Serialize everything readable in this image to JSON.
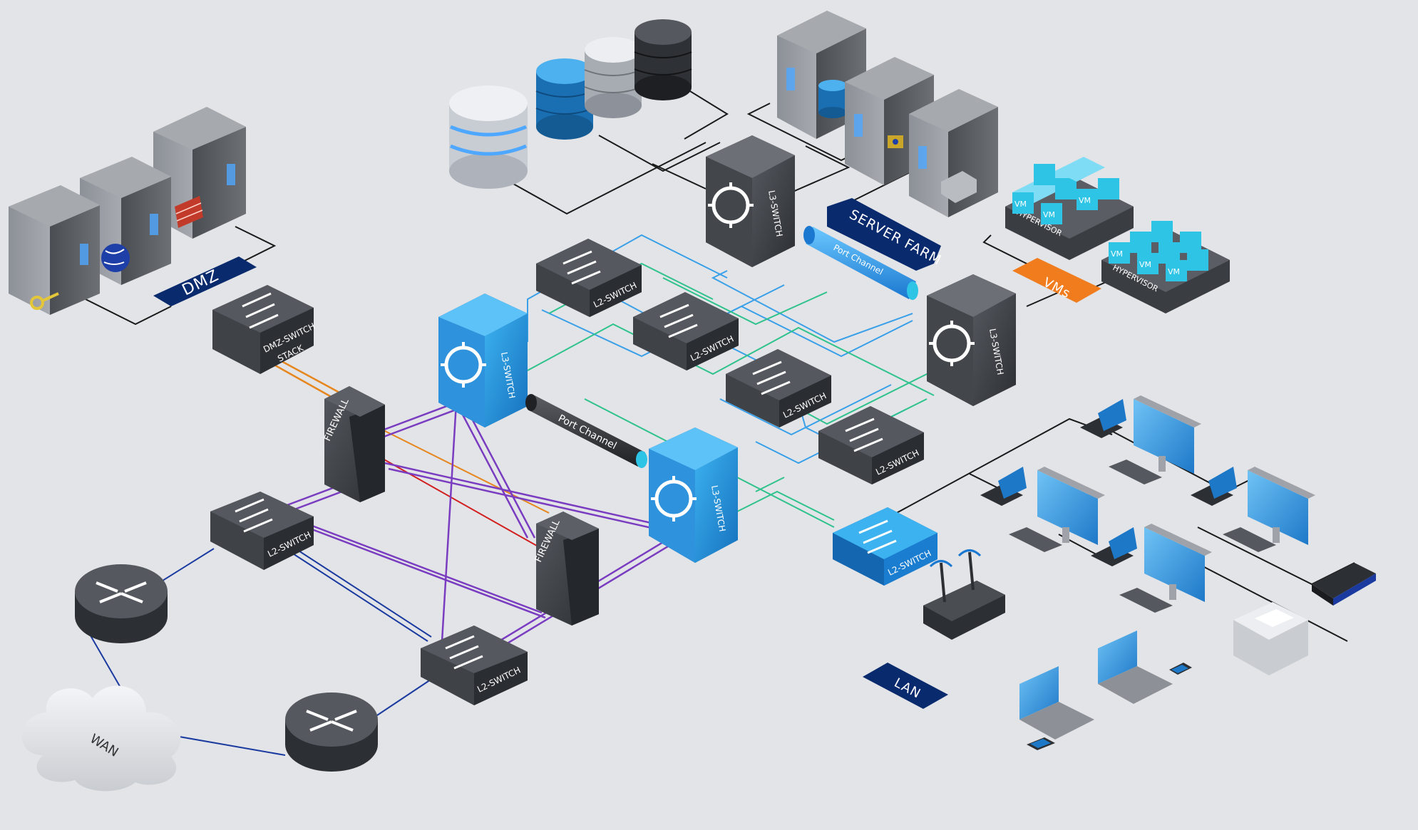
{
  "colors": {
    "background": "#e2e4e7",
    "label_navy": "#0a2a6e",
    "label_orange": "#f07c1e",
    "core_switch_blue": "#1e8fdc",
    "switch_dark": "#3a3d42",
    "link_purple": "#7a3cc0",
    "link_red": "#d21e1e",
    "link_orange": "#e8861e",
    "link_blue": "#3aa0e8",
    "link_green": "#2ec28c",
    "link_navy": "#1a3aa0",
    "vm_cyan": "#2dc4e6"
  },
  "zones": {
    "dmz": "DMZ",
    "server_farm": "SERVER FARM",
    "vms": "VMs",
    "lan": "LAN",
    "wan": "WAN"
  },
  "devices": {
    "dmz_switch_line1": "DMZ-SWITCH",
    "dmz_switch_line2": "STACK",
    "firewall": "FIREWALL",
    "l2_switch": "L2-SWITCH",
    "l3_switch": "L3-SWITCH",
    "port_channel": "Port Channel",
    "hypervisor": "HYPERVISOR",
    "vm": "VM"
  },
  "icons": [
    "server-icon",
    "database-icon",
    "globe-icon",
    "key-icon",
    "brick-firewall-icon",
    "router-icon",
    "cloud-icon",
    "monitor-icon",
    "laptop-icon",
    "ip-phone-icon",
    "keyboard-icon",
    "wireless-router-icon",
    "printer-icon",
    "scanner-icon",
    "tablet-icon",
    "smartphone-icon",
    "lock-icon"
  ]
}
